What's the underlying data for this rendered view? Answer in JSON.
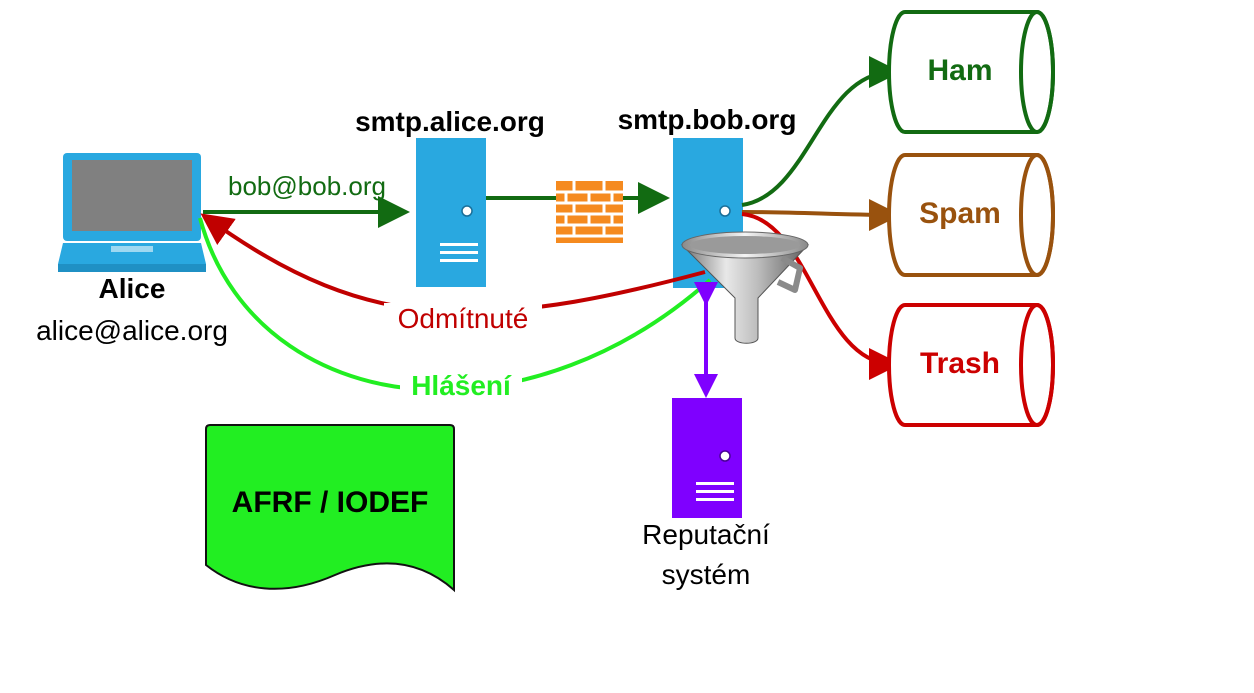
{
  "alice": {
    "name": "Alice",
    "email": "alice@alice.org"
  },
  "servers": {
    "alice_smtp": "smtp.alice.org",
    "bob_smtp": "smtp.bob.org"
  },
  "envelope_label": "bob@bob.org",
  "return_labels": {
    "rejected": "Odmítnuté",
    "report": "Hlášení"
  },
  "mailboxes": {
    "ham": "Ham",
    "spam": "Spam",
    "trash": "Trash"
  },
  "document_label": "AFRF / IODEF",
  "reputation": {
    "line1": "Reputační",
    "line2": "systém"
  },
  "colors": {
    "laptop": "#29a8e0",
    "server": "#29a8e0",
    "reputation_server": "#7f00ff",
    "flow": "#126b12",
    "ham": "#126b12",
    "spam": "#99520e",
    "trash": "#cc0000",
    "rejected": "#c00000",
    "report": "#22ee22",
    "firewall": "#f58a1f",
    "document": "#22ee22"
  },
  "icons": [
    "laptop-icon",
    "server-icon",
    "firewall-icon",
    "funnel-icon",
    "database-icon",
    "document-icon"
  ]
}
